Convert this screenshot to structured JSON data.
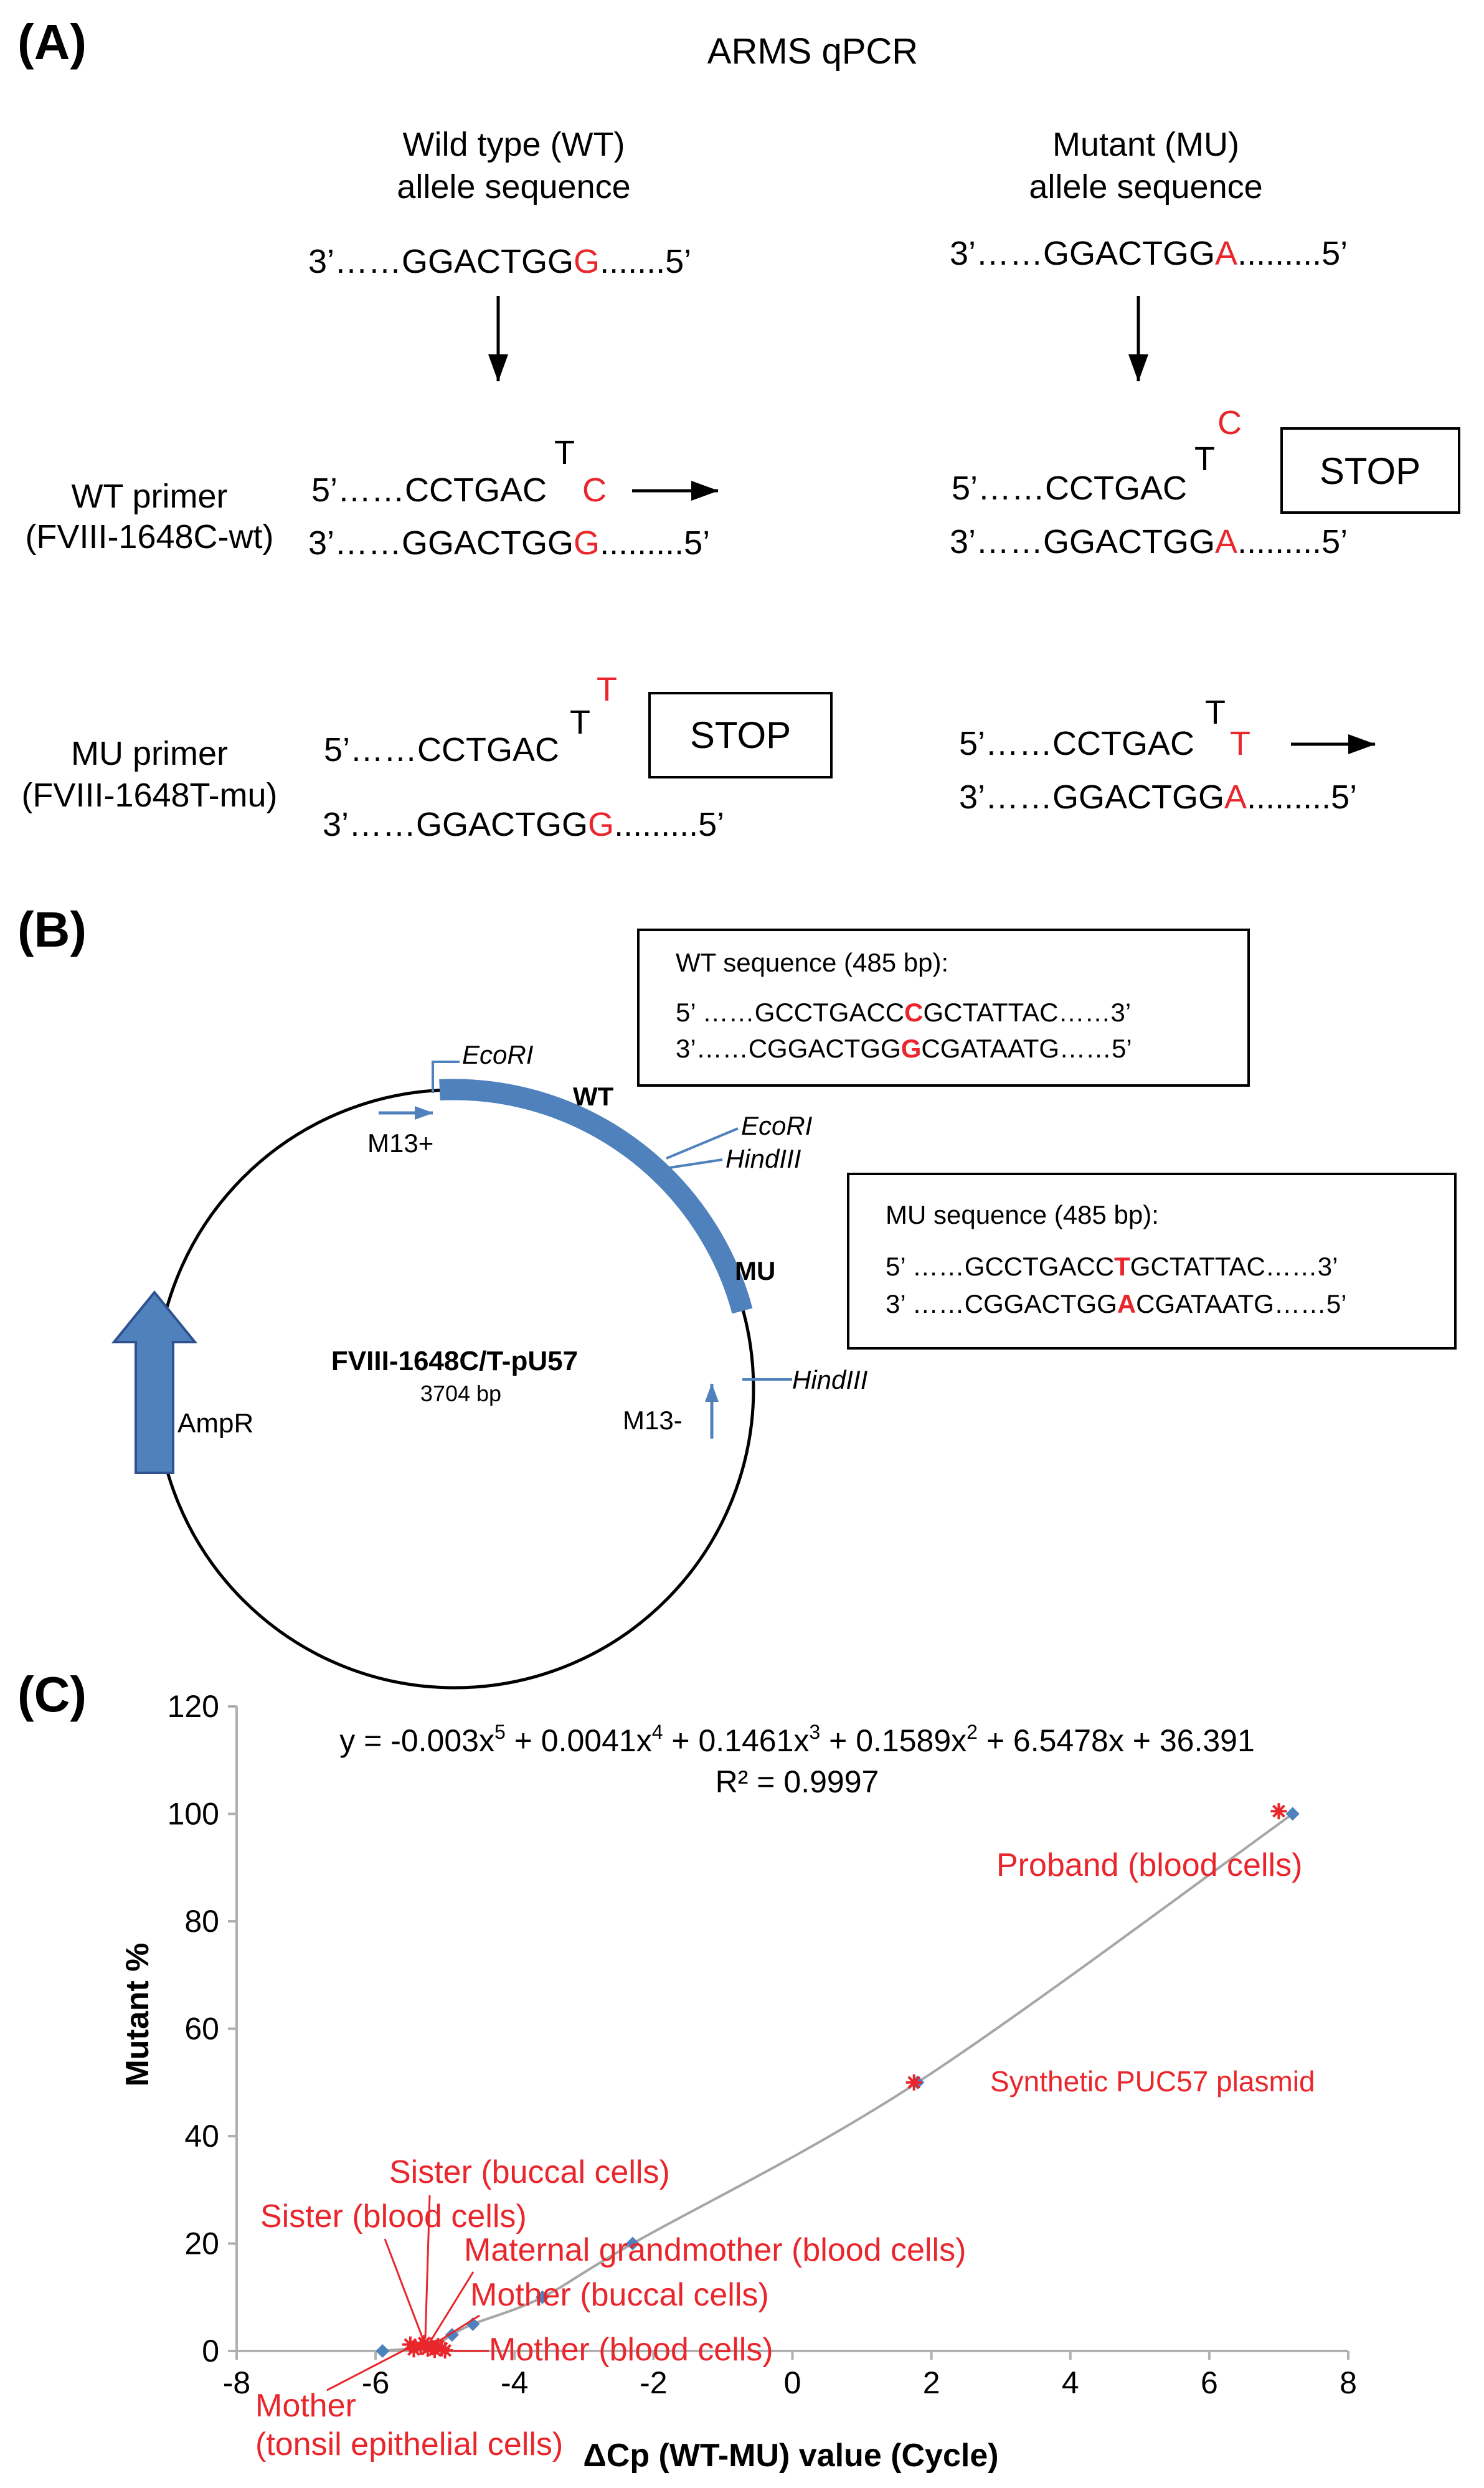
{
  "colors": {
    "ink": "#000000",
    "mut": "#e8262b",
    "blue": "#4f81bd",
    "curve": "#a6a6a6"
  },
  "panelA": {
    "label": "(A)",
    "title": "ARMS qPCR",
    "wt_header": [
      "Wild type (WT)",
      "allele sequence"
    ],
    "mu_header": [
      "Mutant (MU)",
      "allele sequence"
    ],
    "wt_template_base": "3’……GGACTGG",
    "wt_template_snp": "G",
    "wt_template_tail": ".......5’",
    "mu_template_base": "3’……GGACTGG",
    "mu_template_snp": "A",
    "mu_template_tail": ".........5’",
    "wt_primer_label": [
      "WT primer",
      "(FVIII-1648C-wt)"
    ],
    "mu_primer_label": [
      "MU primer",
      "(FVIII-1648T-mu)"
    ],
    "primer_5": "5’……CCTGAC",
    "primer_T": "T",
    "wt_primer_snp": "C",
    "mu_primer_snp": "T",
    "strand_wt_base": "3’……GGACTGG",
    "strand_wt_snp": "G",
    "strand_mu_base": "3’……GGACTGG",
    "strand_mu_snp": "A",
    "strand_tail": ".........5’",
    "stop": "STOP"
  },
  "panelB": {
    "label": "(B)",
    "plasmid_name": "FVIII-1648C/T-pU57",
    "plasmid_size": "3704 bp",
    "ampr": "AmpR",
    "wt": "WT",
    "mu": "MU",
    "ecori": "EcoRI",
    "hindiii": "HindIII",
    "m13p": "M13+",
    "m13m": "M13-",
    "wt_box": {
      "title": "WT sequence (485 bp):",
      "l1a": "5’ ……GCCTGACC",
      "l1b": "C",
      "l1c": "GCTATTAC……3’",
      "l2a": "3’……CGGACTGG",
      "l2b": "G",
      "l2c": "CGATAATG……5’"
    },
    "mu_box": {
      "title": "MU sequence (485 bp):",
      "l1a": "5’ ……GCCTGACC",
      "l1b": "T",
      "l1c": "GCTATTAC……3’",
      "l2a": "3’ ……CGGACTGG",
      "l2b": "A",
      "l2c": "CGATAATG……5’"
    }
  },
  "panelC": {
    "label": "(C)"
  },
  "chart_data": {
    "type": "scatter",
    "xlabel": "ΔCp (WT-MU) value (Cycle)",
    "ylabel": "Mutant  %",
    "xlim": [
      -8,
      8
    ],
    "ylim": [
      0,
      120
    ],
    "xticks": [
      "-8",
      "-6",
      "-4",
      "-2",
      "0",
      "2",
      "4",
      "6",
      "8"
    ],
    "yticks": [
      "0",
      "20",
      "40",
      "60",
      "80",
      "100",
      "120"
    ],
    "equation_prefix": "y = -0.003x",
    "equation_parts": [
      "5",
      " + 0.0041x",
      "4",
      " + 0.1461x",
      "3",
      " + 0.1589x",
      "2",
      " + 6.5478x + 36.391"
    ],
    "r2": "R² = 0.9997",
    "grid": false,
    "series": [
      {
        "points": [
          [
            -5.9,
            0
          ],
          [
            -5.2,
            1
          ],
          [
            -4.9,
            3
          ],
          [
            -4.6,
            5
          ],
          [
            -3.6,
            10
          ],
          [
            -2.3,
            20
          ],
          [
            1.8,
            50
          ],
          [
            7.2,
            100
          ]
        ]
      },
      {
        "points": [
          [
            7.0,
            100.5
          ],
          [
            1.75,
            50
          ],
          [
            -5.5,
            1.2
          ],
          [
            -5.45,
            0.3
          ],
          [
            -5.35,
            0.8
          ],
          [
            -5.3,
            1.5
          ],
          [
            -5.25,
            0.4
          ],
          [
            -5.2,
            1.0
          ],
          [
            -5.15,
            0.2
          ],
          [
            -5.1,
            0.9
          ],
          [
            -5.05,
            0.5
          ],
          [
            -5.0,
            0.1
          ]
        ]
      }
    ],
    "annotations": [
      {
        "text": "Proband (blood cells)"
      },
      {
        "text": "Synthetic  PUC57 plasmid"
      },
      {
        "text": "Sister (buccal cells)"
      },
      {
        "text": "Sister (blood cells)"
      },
      {
        "text": "Maternal grandmother (blood cells)"
      },
      {
        "text": "Mother (buccal cells)"
      },
      {
        "text": "Mother (blood cells)"
      },
      {
        "text": "Mother"
      },
      {
        "text": "(tonsil epithelial cells)"
      }
    ]
  }
}
